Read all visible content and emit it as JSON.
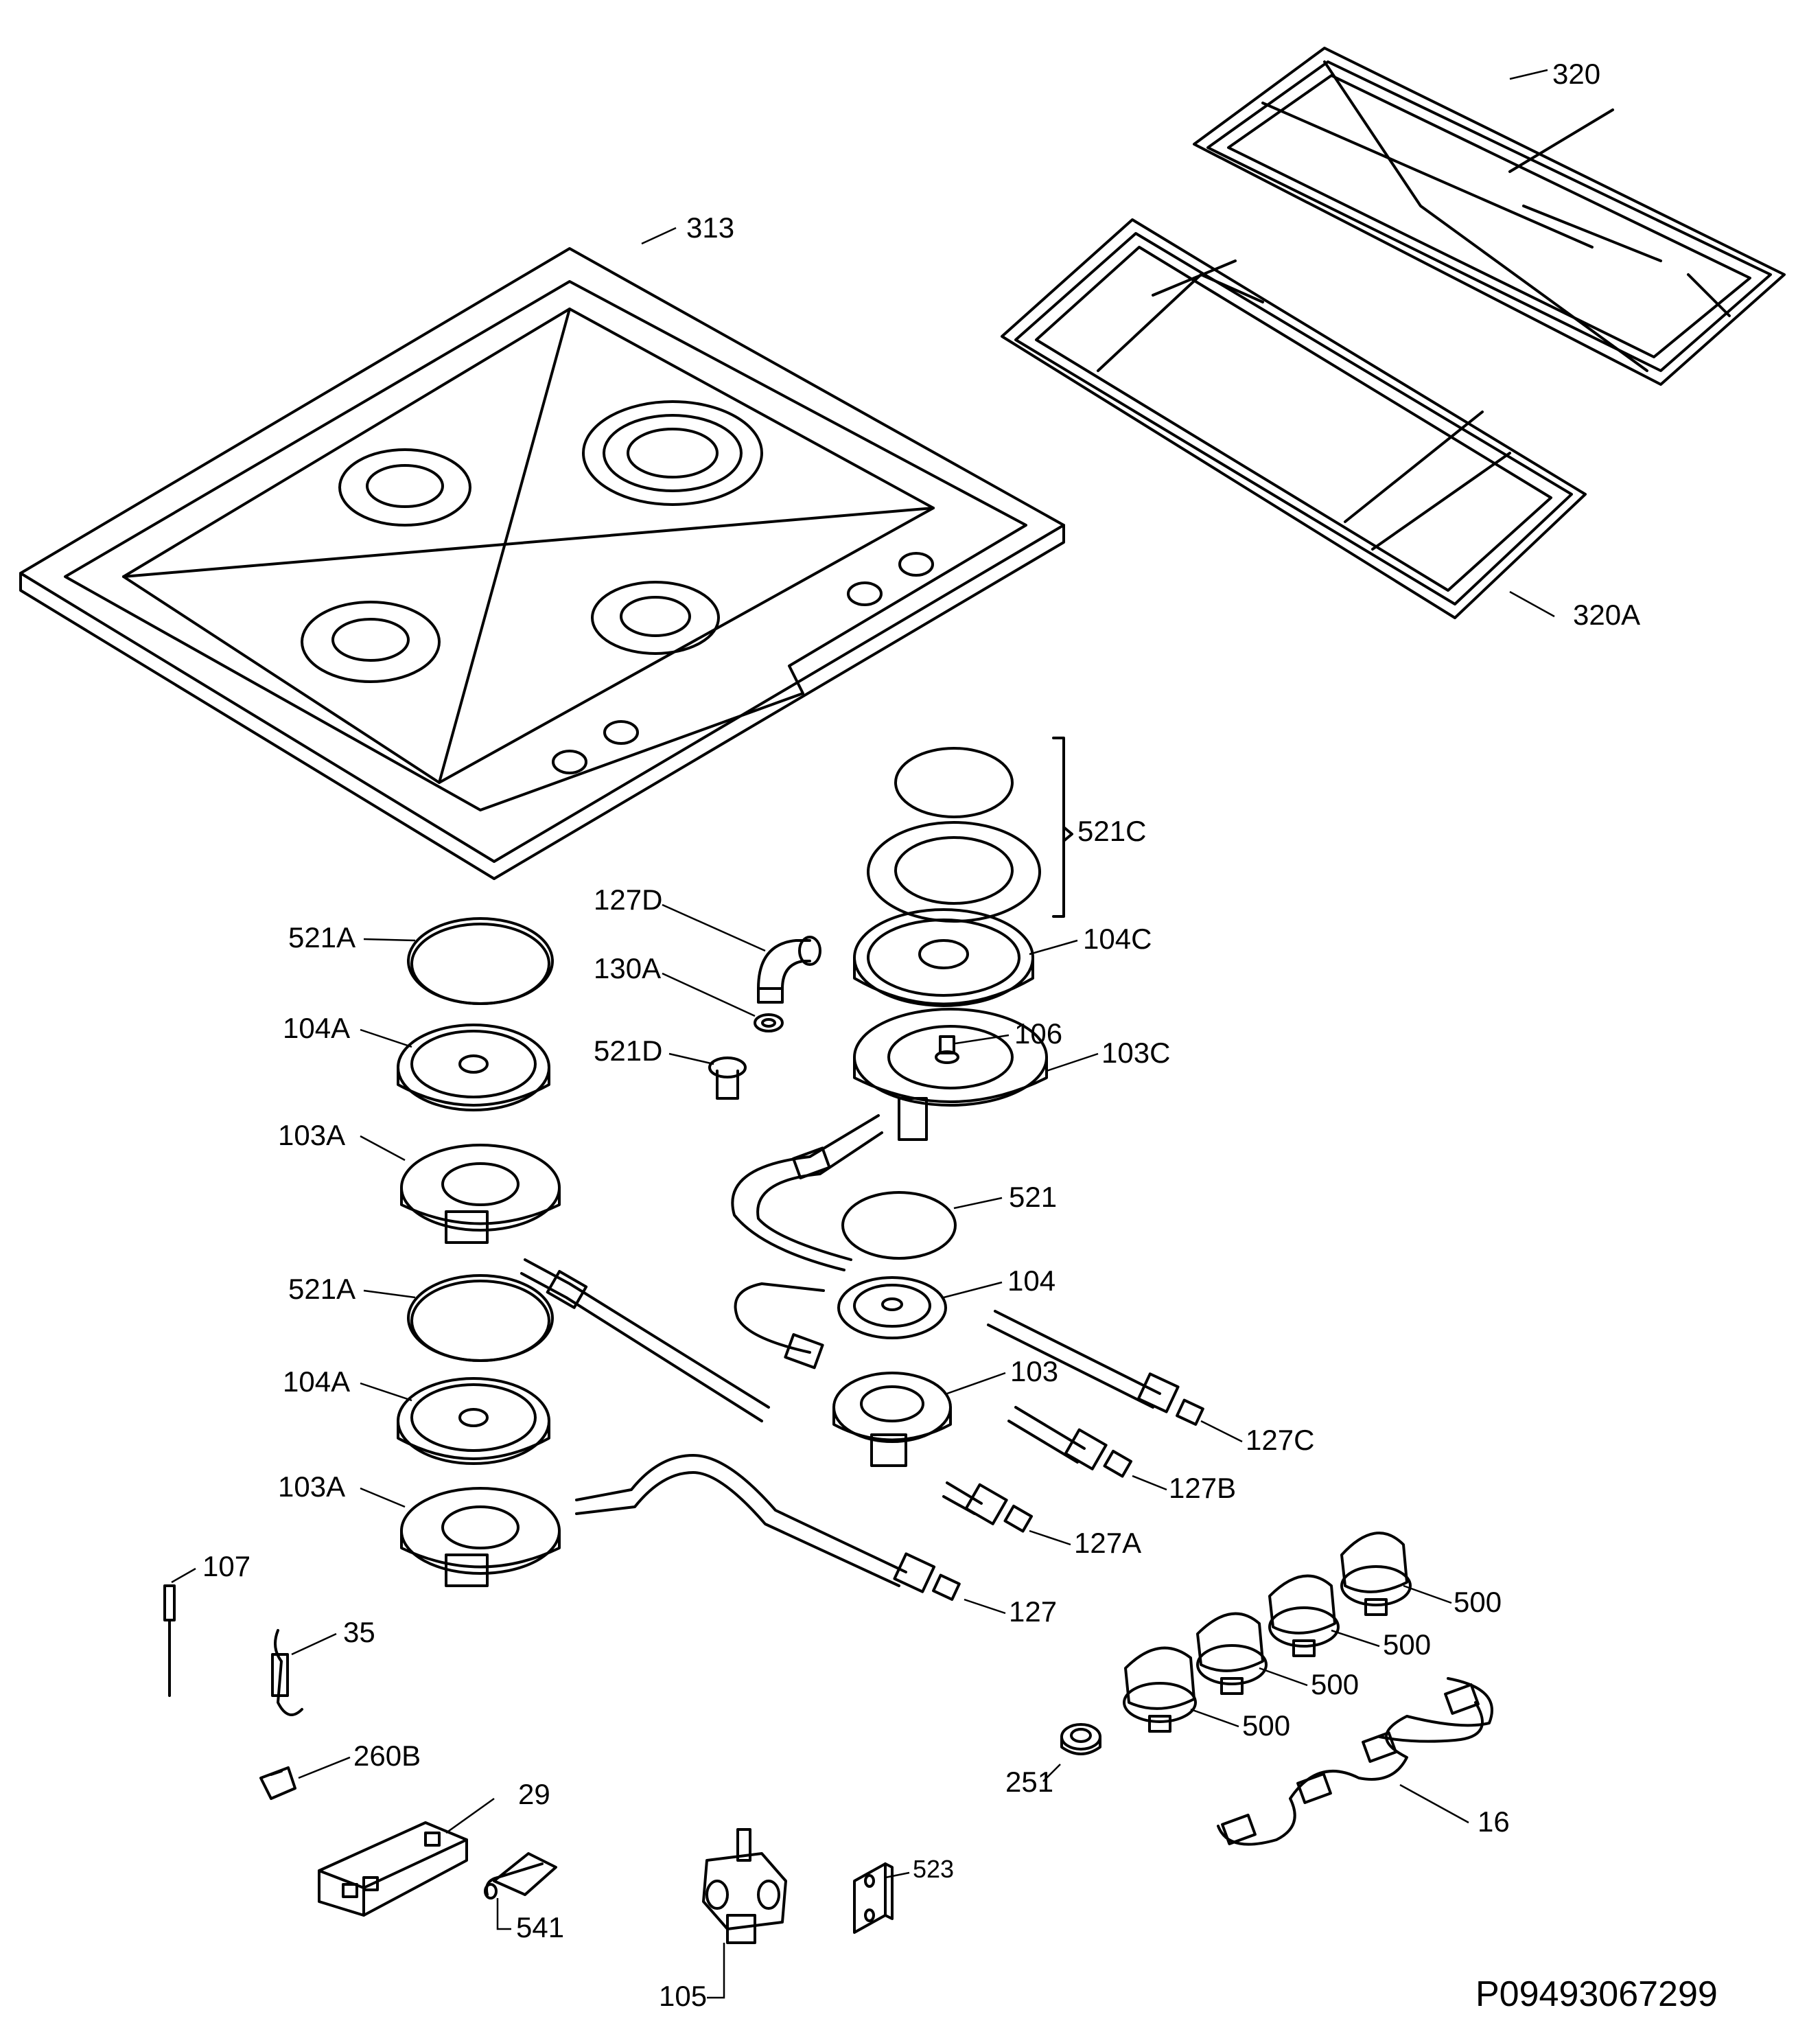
{
  "drawing_ref": "P09493067299",
  "labels": {
    "l320": "320",
    "l313": "313",
    "l320a": "320A",
    "l521c": "521C",
    "l127d": "127D",
    "l104c": "104C",
    "l521a_1": "521A",
    "l130a": "130A",
    "l106": "106",
    "l104a_1": "104A",
    "l521d": "521D",
    "l103c": "103C",
    "l103a_1": "103A",
    "l521": "521",
    "l104": "104",
    "l521a_2": "521A",
    "l104a_2": "104A",
    "l103": "103",
    "l127c": "127C",
    "l103a_2": "103A",
    "l127b": "127B",
    "l127a": "127A",
    "l107": "107",
    "l500_1": "500",
    "l127": "127",
    "l35": "35",
    "l500_2": "500",
    "l500_3": "500",
    "l500_4": "500",
    "l260b": "260B",
    "l251": "251",
    "l29": "29",
    "l16": "16",
    "l523": "523",
    "l541": "541",
    "l105": "105"
  }
}
